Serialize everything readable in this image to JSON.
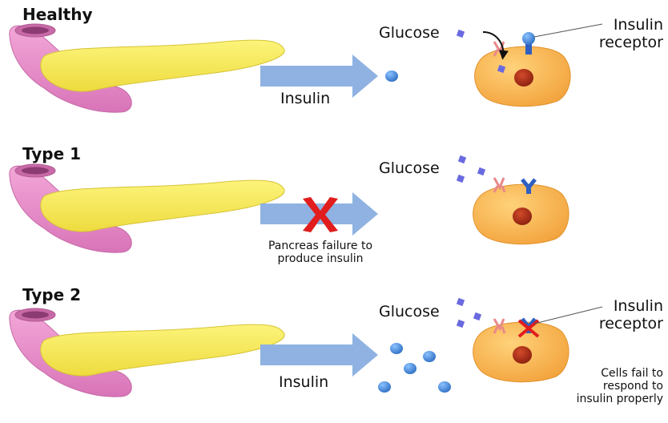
{
  "rows": [
    {
      "title": "Healthy",
      "insulin_label": "Insulin",
      "glucose_label": "Glucose",
      "receptor_label_1": "Insulin",
      "receptor_label_2": "receptor"
    },
    {
      "title": "Type 1",
      "glucose_label": "Glucose",
      "failure_label_1": "Pancreas failure to",
      "failure_label_2": "produce insulin"
    },
    {
      "title": "Type 2",
      "insulin_label": "Insulin",
      "glucose_label": "Glucose",
      "receptor_label_1": "Insulin",
      "receptor_label_2": "receptor",
      "cells_label_1": "Cells fail to",
      "cells_label_2": "respond to",
      "cells_label_3": "insulin properly"
    }
  ],
  "colors": {
    "pancreas_pink": "#e58cc8",
    "pancreas_yellow": "#f8ee5c",
    "arrow_blue": "#8fb2e2",
    "cell_orange": "#f7b44a",
    "nucleus": "#b3311a",
    "insulin_blue": "#3b7fd6",
    "glucose_purple": "#6a6ae0",
    "cross_red": "#e11d1d"
  }
}
